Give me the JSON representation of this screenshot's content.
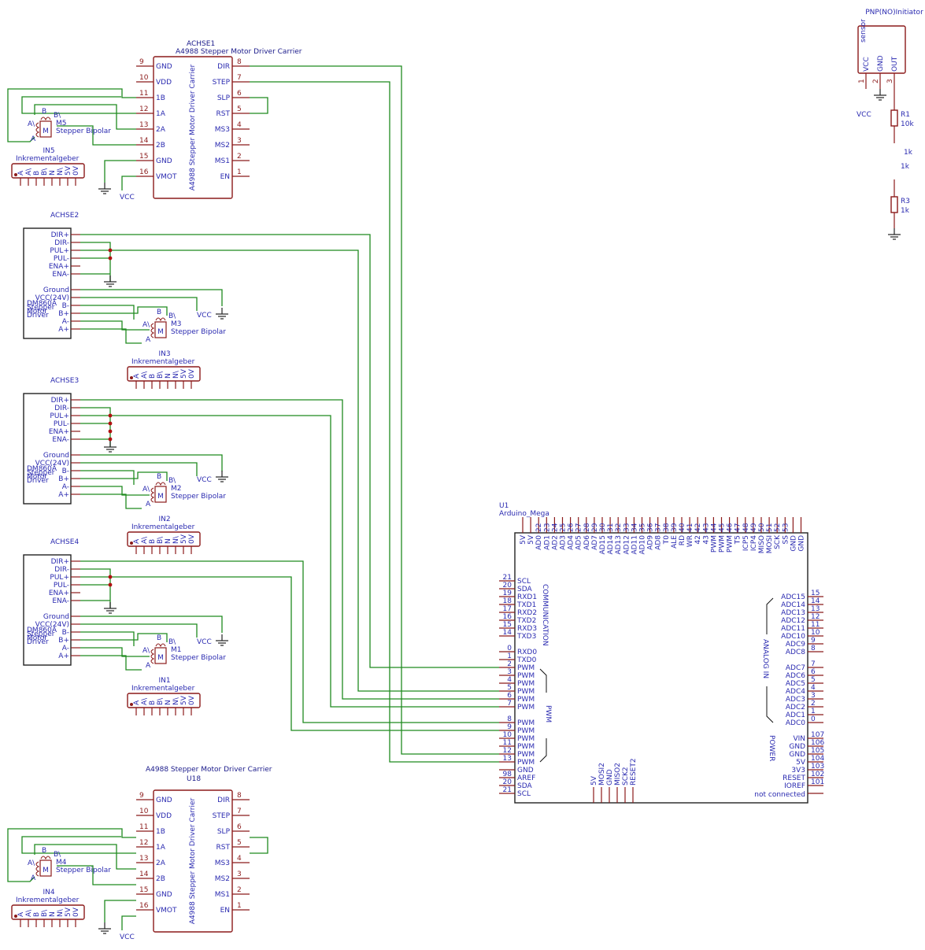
{
  "colors": {
    "wire": "#1f8a1f",
    "symbol": "#8b1a1a",
    "label": "#2a2ab0",
    "uno_pin_blue": "#2ba5dc",
    "pwm_pin": "#f08c8c",
    "power_red": "#e02020",
    "reset_yellow": "#e6e020",
    "aref_green": "#20c040",
    "disabled_grey": "#aaaaaa"
  },
  "a4988_top": {
    "ref": "ACHSE1",
    "value": "A4988 Stepper Motor Driver Carrier",
    "side_text": "A4988 Stepper Motor Driver Carrier",
    "left_pins": [
      {
        "num": "9",
        "name": "GND"
      },
      {
        "num": "10",
        "name": "VDD"
      },
      {
        "num": "11",
        "name": "1B"
      },
      {
        "num": "12",
        "name": "1A"
      },
      {
        "num": "13",
        "name": "2A"
      },
      {
        "num": "14",
        "name": "2B"
      },
      {
        "num": "15",
        "name": "GND"
      },
      {
        "num": "16",
        "name": "VMOT"
      }
    ],
    "right_pins": [
      {
        "num": "8",
        "name": "DIR"
      },
      {
        "num": "7",
        "name": "STEP"
      },
      {
        "num": "6",
        "name": "SLP"
      },
      {
        "num": "5",
        "name": "RST"
      },
      {
        "num": "4",
        "name": "MS3"
      },
      {
        "num": "3",
        "name": "MS2"
      },
      {
        "num": "2",
        "name": "MS1"
      },
      {
        "num": "1",
        "name": "EN"
      }
    ]
  },
  "a4988_bottom": {
    "ref": "U18",
    "value": "A4988 Stepper Motor Driver Carrier",
    "side_text": "A4988 Stepper Motor Driver Carrier"
  },
  "vcc_label": "VCC",
  "motors": {
    "m5": {
      "ref": "M5",
      "value": "Stepper Bipolar"
    },
    "m3": {
      "ref": "M3",
      "value": "Stepper Bipolar"
    },
    "m2": {
      "ref": "M2",
      "value": "Stepper Bipolar"
    },
    "m1": {
      "ref": "M1",
      "value": "Stepper Bipolar"
    },
    "m4": {
      "ref": "M4",
      "value": "Stepper Bipolar"
    },
    "coil_labels": {
      "a": "A",
      "a_bar": "A\\",
      "b": "B",
      "b_bar": "B\\",
      "m": "M"
    }
  },
  "encoders": {
    "value": "Inkrementalgeber",
    "refs": {
      "in5": "IN5",
      "in3": "IN3",
      "in2": "IN2",
      "in1": "IN1",
      "in4": "IN4"
    },
    "pins": [
      "A",
      "A\\",
      "B",
      "B\\",
      "N",
      "N\\",
      "5V",
      "0V"
    ]
  },
  "dm860": {
    "refs": {
      "achse2": "ACHSE2",
      "achse3": "ACHSE3",
      "achse4": "ACHSE4"
    },
    "pins": [
      "DIR+",
      "DIR-",
      "PUL+",
      "PUL-",
      "ENA+",
      "ENA-",
      "Ground",
      "VCC(24V)",
      "B-",
      "B+",
      "A-",
      "A+"
    ],
    "caption": [
      "DM860A",
      "Stepper",
      "Motor",
      "Driver"
    ]
  },
  "sensor": {
    "ref": "PNP(NO)Initiator",
    "inner": "sensor",
    "pins": [
      {
        "num": "1",
        "name": "VCC"
      },
      {
        "num": "2",
        "name": "GND"
      },
      {
        "num": "3",
        "name": "OUT"
      }
    ],
    "r1": {
      "ref": "R1",
      "value": "10k"
    },
    "r3": {
      "ref": "R3",
      "value": "1k"
    },
    "net_1k_a": "1k",
    "net_1k_b": "1k"
  },
  "arduino": {
    "ref": "U1",
    "value": "Arduino_Mega",
    "top_pins": [
      {
        "num": "",
        "name": "5V",
        "c": "red"
      },
      {
        "num": "",
        "name": "5V",
        "c": "red"
      },
      {
        "num": "22",
        "name": "AD0",
        "c": "grey"
      },
      {
        "num": "23",
        "name": "AD1",
        "c": "grey"
      },
      {
        "num": "24",
        "name": "AD2",
        "c": "grey"
      },
      {
        "num": "25",
        "name": "AD3",
        "c": "grey"
      },
      {
        "num": "26",
        "name": "AD4",
        "c": "grey"
      },
      {
        "num": "27",
        "name": "AD5",
        "c": "grey"
      },
      {
        "num": "28",
        "name": "AD6",
        "c": "grey"
      },
      {
        "num": "29",
        "name": "AD7",
        "c": "grey"
      },
      {
        "num": "30",
        "name": "AD15",
        "c": "grey"
      },
      {
        "num": "31",
        "name": "AD14",
        "c": "grey"
      },
      {
        "num": "32",
        "name": "AD13",
        "c": "grey"
      },
      {
        "num": "33",
        "name": "AD12",
        "c": "grey"
      },
      {
        "num": "34",
        "name": "AD11",
        "c": "grey"
      },
      {
        "num": "35",
        "name": "AD10",
        "c": "grey"
      },
      {
        "num": "36",
        "name": "AD9",
        "c": "grey"
      },
      {
        "num": "37",
        "name": "AD8",
        "c": "grey"
      },
      {
        "num": "38",
        "name": "T0",
        "c": "grey"
      },
      {
        "num": "39",
        "name": "ALE",
        "c": "grey"
      },
      {
        "num": "40",
        "name": "RD",
        "c": "grey"
      },
      {
        "num": "41",
        "name": "WR",
        "c": "grey"
      },
      {
        "num": "42",
        "name": "42",
        "c": "grey"
      },
      {
        "num": "43",
        "name": "43",
        "c": "grey"
      },
      {
        "num": "44",
        "name": "PWM",
        "c": "pwm"
      },
      {
        "num": "45",
        "name": "PWM",
        "c": "pwm"
      },
      {
        "num": "46",
        "name": "PWM",
        "c": "pwm"
      },
      {
        "num": "47",
        "name": "T5",
        "c": "grey"
      },
      {
        "num": "48",
        "name": "ICP5",
        "c": "grey"
      },
      {
        "num": "49",
        "name": "ICP4",
        "c": "grey"
      },
      {
        "num": "50",
        "name": "MISO",
        "c": "blue"
      },
      {
        "num": "51",
        "name": "MOSI",
        "c": "blue"
      },
      {
        "num": "52",
        "name": "SCK",
        "c": "blue"
      },
      {
        "num": "53",
        "name": "SS",
        "c": "blue"
      },
      {
        "num": "",
        "name": "GND",
        "c": "black"
      },
      {
        "num": "",
        "name": "GND",
        "c": "black"
      }
    ],
    "left_comm": [
      {
        "num": "21",
        "name": "SCL"
      },
      {
        "num": "20",
        "name": "SDA"
      },
      {
        "num": "19",
        "name": "RXD1"
      },
      {
        "num": "18",
        "name": "TXD1"
      },
      {
        "num": "17",
        "name": "RXD2"
      },
      {
        "num": "16",
        "name": "TXD2"
      },
      {
        "num": "15",
        "name": "RXD3"
      },
      {
        "num": "14",
        "name": "TXD3"
      },
      {
        "num": "0",
        "name": "RXD0"
      },
      {
        "num": "1",
        "name": "TXD0"
      }
    ],
    "left_pwm": [
      {
        "num": "2",
        "name": "PWM"
      },
      {
        "num": "3",
        "name": "PWM"
      },
      {
        "num": "4",
        "name": "PWM"
      },
      {
        "num": "5",
        "name": "PWM"
      },
      {
        "num": "6",
        "name": "PWM"
      },
      {
        "num": "7",
        "name": "PWM"
      },
      {
        "num": "8",
        "name": "PWM"
      },
      {
        "num": "9",
        "name": "PWM"
      },
      {
        "num": "10",
        "name": "PWM"
      },
      {
        "num": "11",
        "name": "PWM"
      },
      {
        "num": "12",
        "name": "PWM"
      },
      {
        "num": "13",
        "name": "PWM"
      }
    ],
    "left_bottom": [
      {
        "num": "",
        "name": "GND",
        "c": "black"
      },
      {
        "num": "98",
        "name": "AREF",
        "c": "green"
      },
      {
        "num": "20",
        "name": "SDA",
        "c": "blue"
      },
      {
        "num": "21",
        "name": "SCL",
        "c": "blue"
      }
    ],
    "right_analog": [
      {
        "num": "15",
        "name": "ADC15"
      },
      {
        "num": "14",
        "name": "ADC14"
      },
      {
        "num": "13",
        "name": "ADC13"
      },
      {
        "num": "12",
        "name": "ADC12"
      },
      {
        "num": "11",
        "name": "ADC11"
      },
      {
        "num": "10",
        "name": "ADC10"
      },
      {
        "num": "9",
        "name": "ADC9"
      },
      {
        "num": "8",
        "name": "ADC8"
      },
      {
        "num": "7",
        "name": "ADC7"
      },
      {
        "num": "6",
        "name": "ADC6"
      },
      {
        "num": "5",
        "name": "ADC5"
      },
      {
        "num": "4",
        "name": "ADC4"
      },
      {
        "num": "3",
        "name": "ADC3"
      },
      {
        "num": "2",
        "name": "ADC2"
      },
      {
        "num": "1",
        "name": "ADC1"
      },
      {
        "num": "0",
        "name": "ADC0"
      }
    ],
    "right_power": [
      {
        "num": "107",
        "name": "VIN",
        "c": "red"
      },
      {
        "num": "106",
        "name": "GND",
        "c": "black"
      },
      {
        "num": "105",
        "name": "GND",
        "c": "black"
      },
      {
        "num": "104",
        "name": "5V",
        "c": "red"
      },
      {
        "num": "103",
        "name": "3V3",
        "c": "red"
      },
      {
        "num": "102",
        "name": "RESET",
        "c": "yellow"
      },
      {
        "num": "101",
        "name": "IOREF",
        "c": "red"
      }
    ],
    "not_connected": "not connected",
    "bottom_pins": [
      {
        "name": "5V",
        "c": "red"
      },
      {
        "name": "MOSI2",
        "c": "blue"
      },
      {
        "name": "GND",
        "c": "black"
      },
      {
        "name": "MISO2",
        "c": "blue"
      },
      {
        "name": "SCK2",
        "c": "blue"
      },
      {
        "name": "RESET2",
        "c": "yellow"
      }
    ],
    "group_labels": {
      "communication": "COMMUNICATION",
      "pwm": "PWM",
      "analog": "ANALOG IN",
      "power": "POWER"
    }
  }
}
